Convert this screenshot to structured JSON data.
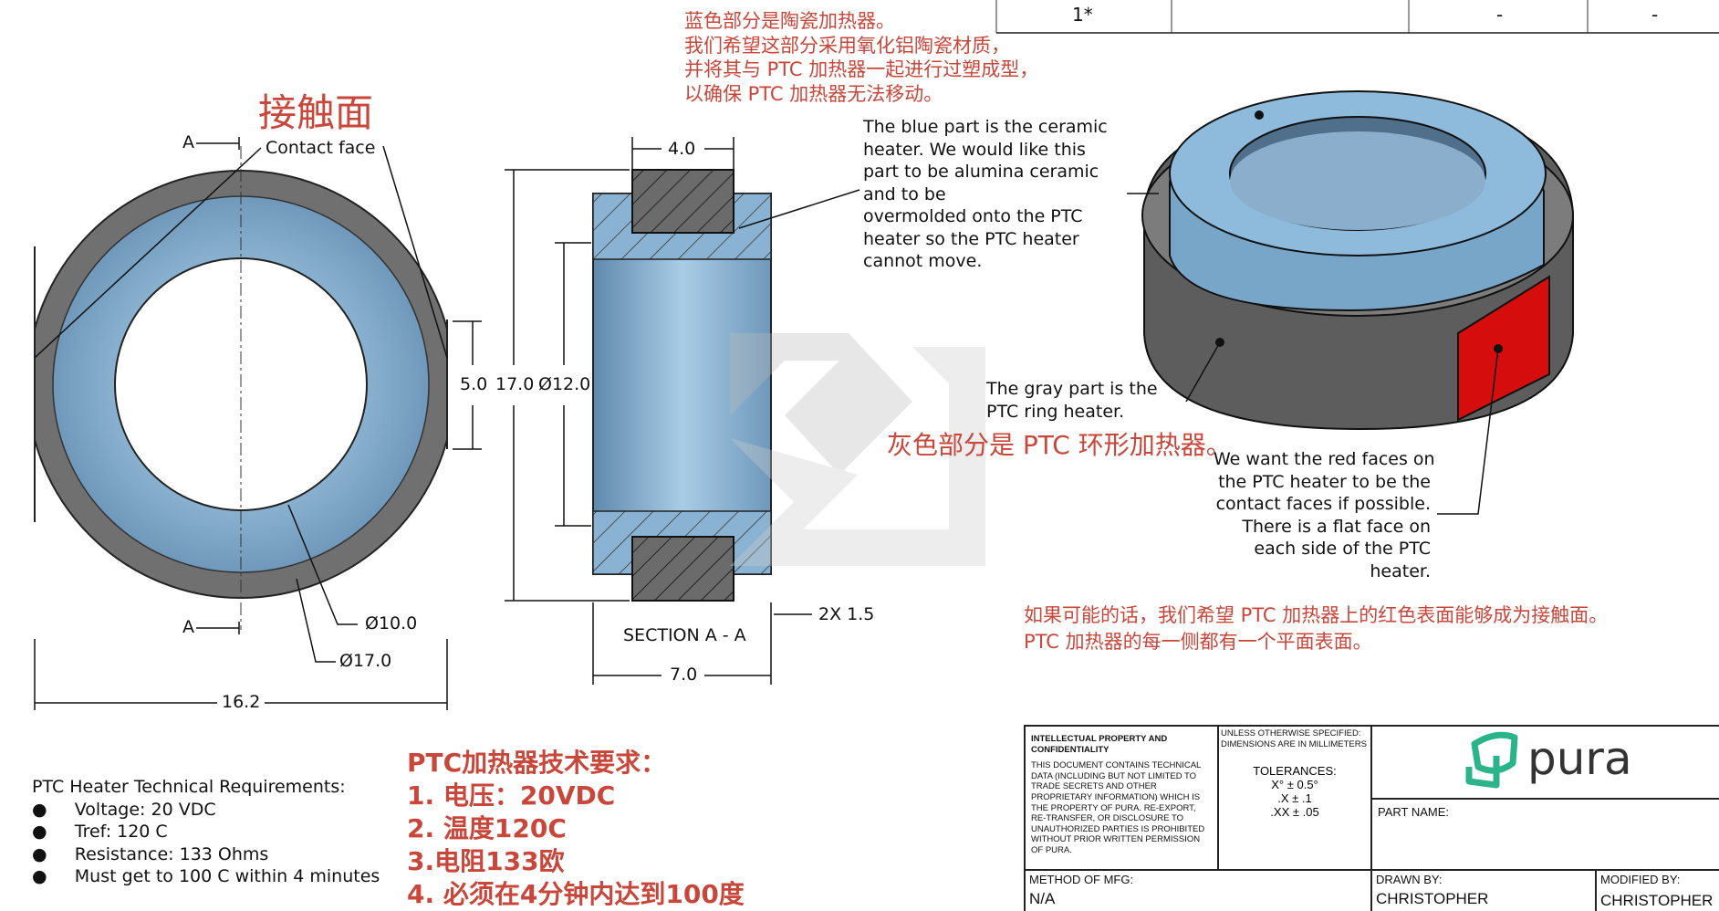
{
  "bom_row": {
    "item": "1*",
    "col2": "",
    "col3": "-",
    "col4": "-"
  },
  "left_view": {
    "title_cn": "接触面",
    "contact_face": "Contact face",
    "section_mark_top": "A",
    "section_mark_bottom": "A",
    "dia_inner": "Ø10.0",
    "dia_outer": "Ø17.0",
    "width": "16.2"
  },
  "section_view": {
    "dim_top": "4.0",
    "dim_flat": "5.0",
    "dim_height": "17.0",
    "dim_bore": "Ø12.0",
    "dim_chamfer": "2X 1.5",
    "caption": "SECTION A - A",
    "dim_width": "7.0"
  },
  "notes": {
    "blue_cn": [
      "蓝色部分是陶瓷加热器。",
      "我们希望这部分采用氧化铝陶瓷材质，",
      "并将其与 PTC 加热器一起进行过塑成型，",
      "以确保 PTC 加热器无法移动。"
    ],
    "blue_en": [
      "The blue part is the ceramic",
      "heater. We would like  this",
      "part to be alumina ceramic",
      "and to be",
      "overmolded onto the PTC",
      "heater so the PTC heater",
      "cannot move."
    ],
    "gray_en": [
      "The gray part is the",
      "PTC ring heater."
    ],
    "gray_cn": "灰色部分是 PTC 环形加热器。",
    "red_en": [
      "We want the red faces on",
      "the PTC heater to be the",
      "contact faces if possible.",
      "There is a flat face on",
      "each side of the PTC",
      "heater."
    ],
    "red_cn": [
      "如果可能的话，我们希望 PTC 加热器上的红色表面能够成为接触面。",
      "PTC 加热器的每一侧都有一个平面表面。"
    ]
  },
  "requirements_en": {
    "title": "PTC Heater Technical Requirements:",
    "items": [
      "Voltage: 20 VDC",
      "Tref: 120 C",
      "Resistance: 133 Ohms",
      "Must get to 100 C within 4 minutes"
    ]
  },
  "requirements_cn": {
    "title": "PTC加热器技术要求：",
    "items": [
      "1. 电压：20VDC",
      "2. 温度120C",
      "3.电阻133欧",
      "4. 必须在4分钟内达到100度"
    ]
  },
  "title_block": {
    "ip_title": "INTELLECTUAL PROPERTY AND CONFIDENTIALITY",
    "ip_text": "THIS DOCUMENT CONTAINS TECHNICAL DATA (INCLUDING BUT NOT LIMITED TO TRADE SECRETS AND OTHER PROPRIETARY INFORMATION) WHICH IS THE PROPERTY OF PURA. RE-EXPORT, RE-TRANSFER, OR DISCLOSURE TO UNAUTHORIZED PARTIES IS PROHIBITED WITHOUT PRIOR WRITTEN PERMISSION OF PURA.",
    "unless": "UNLESS OTHERWISE SPECIFIED: DIMENSIONS ARE IN MILLIMETERS",
    "tol_title": "TOLERANCES:",
    "tol": [
      "X° ± 0.5°",
      ".X ± .1",
      ".XX ± .05"
    ],
    "brand": "pura",
    "brand_color": "#2bb38a",
    "part_name_label": "PART NAME:",
    "method_label": "METHOD OF MFG:",
    "method_value": "N/A",
    "drawn_label": "DRAWN BY:",
    "drawn_value": "CHRISTOPHER",
    "modified_label": "MODIFIED BY:",
    "modified_value": "CHRISTOPHER"
  }
}
